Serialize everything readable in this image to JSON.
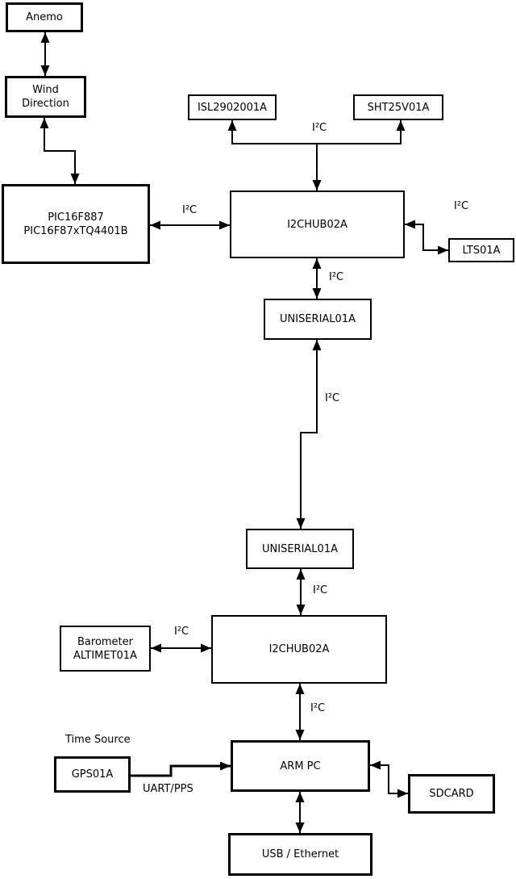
{
  "diagram": {
    "colors": {
      "background": "#ffffff",
      "stroke": "#000000",
      "text": "#000000"
    },
    "nodes": [
      {
        "id": "anemo",
        "lines": [
          "Anemo"
        ]
      },
      {
        "id": "wind-direction",
        "lines": [
          "Wind",
          "Direction"
        ]
      },
      {
        "id": "pic-mcu",
        "lines": [
          "PIC16F887",
          "PIC16F87xTQ4401B"
        ]
      },
      {
        "id": "isl-sensor",
        "lines": [
          "ISL2902001A"
        ]
      },
      {
        "id": "sht-sensor",
        "lines": [
          "SHT25V01A"
        ]
      },
      {
        "id": "i2c-hub-1",
        "lines": [
          "I2CHUB02A"
        ]
      },
      {
        "id": "lts-sensor",
        "lines": [
          "LTS01A"
        ]
      },
      {
        "id": "uniserial-1",
        "lines": [
          "UNISERIAL01A"
        ]
      },
      {
        "id": "uniserial-2",
        "lines": [
          "UNISERIAL01A"
        ]
      },
      {
        "id": "i2c-hub-2",
        "lines": [
          "I2CHUB02A"
        ]
      },
      {
        "id": "barometer",
        "lines": [
          "Barometer",
          "ALTIMET01A"
        ]
      },
      {
        "id": "gps",
        "lines": [
          "GPS01A"
        ]
      },
      {
        "id": "arm-pc",
        "lines": [
          "ARM PC"
        ]
      },
      {
        "id": "sdcard",
        "lines": [
          "SDCARD"
        ]
      },
      {
        "id": "usb-ethernet",
        "lines": [
          "USB / Ethernet"
        ]
      }
    ],
    "edge_labels": [
      {
        "id": "i2c-sensors-bus",
        "text": "I²C"
      },
      {
        "id": "i2c-pic-hub1",
        "text": "I²C"
      },
      {
        "id": "i2c-hub1-lts",
        "text": "I²C"
      },
      {
        "id": "i2c-hub1-uniser1",
        "text": "I²C"
      },
      {
        "id": "i2c-uniser1-uniser2",
        "text": "I²C"
      },
      {
        "id": "i2c-uniser2-hub2",
        "text": "I²C"
      },
      {
        "id": "i2c-baro-hub2",
        "text": "I²C"
      },
      {
        "id": "i2c-hub2-armpc",
        "text": "I²C"
      },
      {
        "id": "time-source",
        "text": "Time Source"
      },
      {
        "id": "uart-pps",
        "text": "UART/PPS"
      }
    ],
    "edges": [
      {
        "from": "anemo",
        "to": "wind-direction",
        "bidirectional": true,
        "label": ""
      },
      {
        "from": "wind-direction",
        "to": "pic-mcu",
        "bidirectional": true,
        "label": ""
      },
      {
        "from": "pic-mcu",
        "to": "i2c-hub-1",
        "bidirectional": true,
        "label": "I²C"
      },
      {
        "from": "i2c-hub-1",
        "to": "isl-sensor",
        "bidirectional": false,
        "label": "I²C"
      },
      {
        "from": "i2c-hub-1",
        "to": "sht-sensor",
        "bidirectional": false,
        "label": "I²C"
      },
      {
        "from": "i2c-hub-1",
        "to": "lts-sensor",
        "bidirectional": true,
        "label": "I²C"
      },
      {
        "from": "i2c-hub-1",
        "to": "uniserial-1",
        "bidirectional": true,
        "label": "I²C"
      },
      {
        "from": "uniserial-1",
        "to": "uniserial-2",
        "bidirectional": true,
        "label": "I²C"
      },
      {
        "from": "uniserial-2",
        "to": "i2c-hub-2",
        "bidirectional": true,
        "label": "I²C"
      },
      {
        "from": "barometer",
        "to": "i2c-hub-2",
        "bidirectional": true,
        "label": "I²C"
      },
      {
        "from": "i2c-hub-2",
        "to": "arm-pc",
        "bidirectional": true,
        "label": "I²C"
      },
      {
        "from": "gps",
        "to": "arm-pc",
        "bidirectional": false,
        "label": "UART/PPS"
      },
      {
        "from": "arm-pc",
        "to": "sdcard",
        "bidirectional": true,
        "label": ""
      },
      {
        "from": "arm-pc",
        "to": "usb-ethernet",
        "bidirectional": true,
        "label": ""
      }
    ]
  }
}
